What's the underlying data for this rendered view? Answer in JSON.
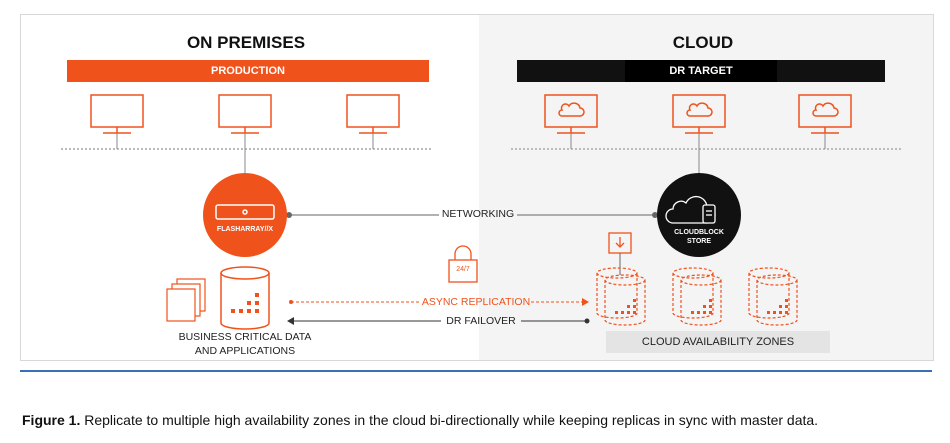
{
  "on_premises": {
    "heading": "ON PREMISES",
    "bar_label": "PRODUCTION",
    "array_label": "FLASHARRAY//X",
    "data_label_1": "BUSINESS CRITICAL DATA",
    "data_label_2": "AND APPLICATIONS"
  },
  "cloud": {
    "heading": "CLOUD",
    "bar_label": "DR TARGET",
    "store_label_1": "CLOUDBLOCK",
    "store_label_2": "STORE",
    "zones_label": "CLOUD AVAILABILITY ZONES"
  },
  "links": {
    "networking": "NETWORKING",
    "async_replication": "ASYNC REPLICATION",
    "dr_failover": "DR FAILOVER",
    "lock_badge": "24/7"
  },
  "caption": {
    "figure_label": "Figure 1.",
    "text": "Replicate to multiple high availability zones in the cloud bi-directionally while keeping replicas in sync with master data."
  },
  "colors": {
    "accent": "#f0521c",
    "dark": "#111111",
    "cloud_panel": "#f4f4f4",
    "rule": "#3b6fb6"
  }
}
